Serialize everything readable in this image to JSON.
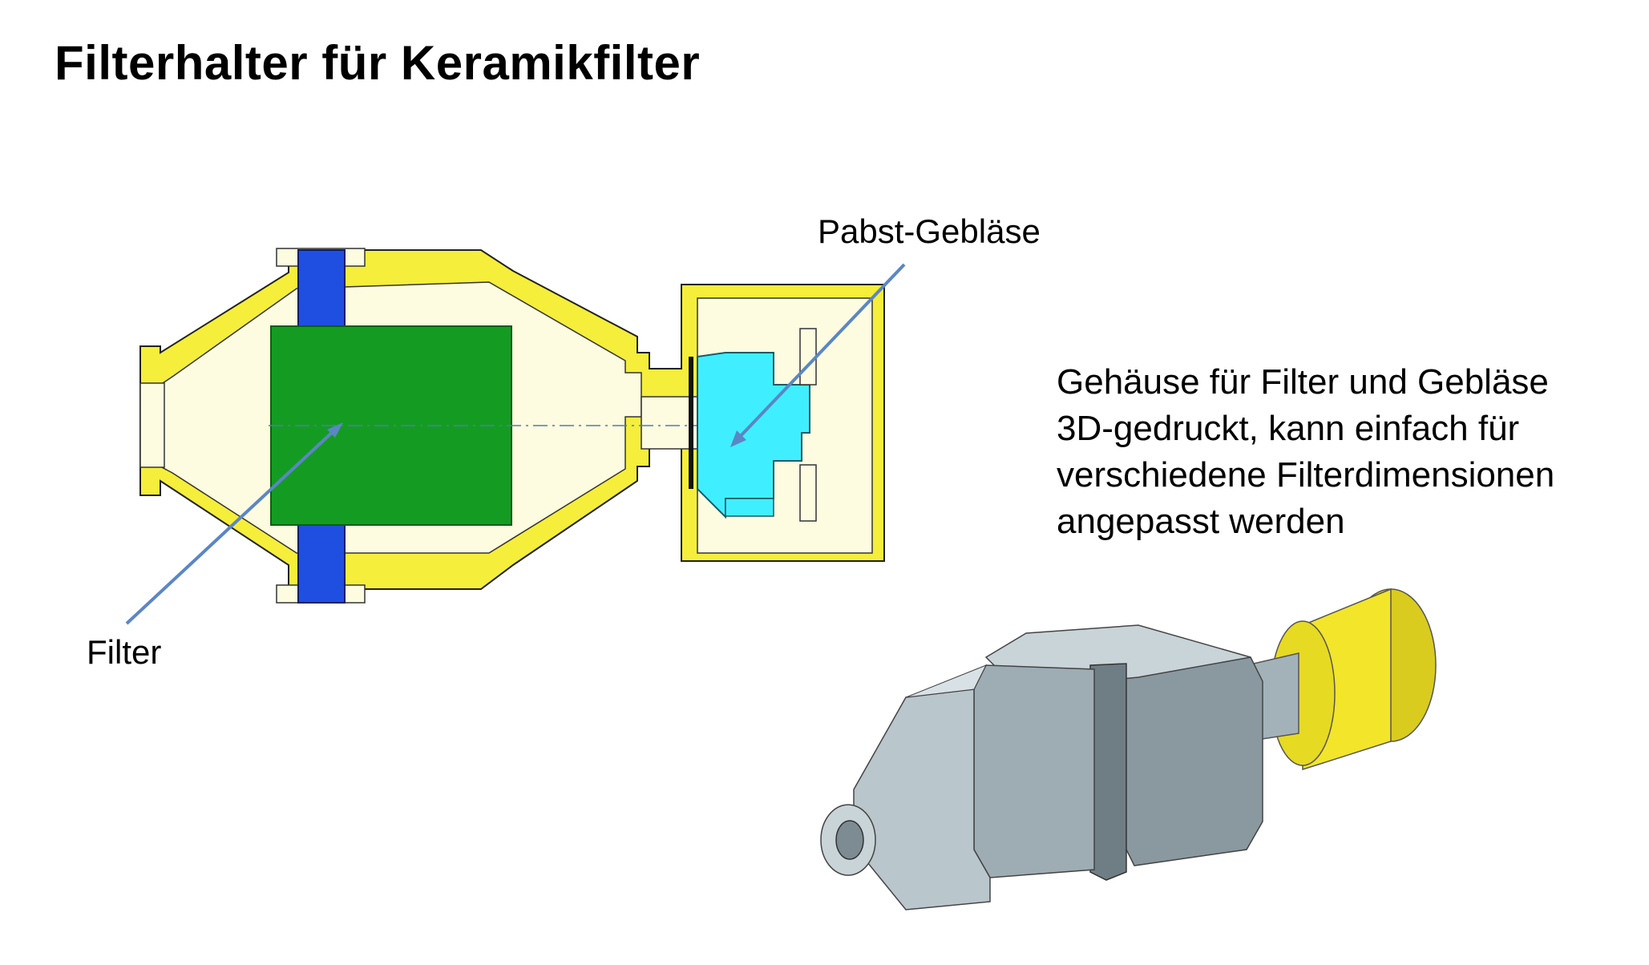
{
  "slide": {
    "title": "Filterhalter für Keramikfilter"
  },
  "labels": {
    "filter": "Filter",
    "blower": "Pabst-Gebläse"
  },
  "description": {
    "lines": [
      "Gehäuse für Filter und Gebläse",
      "3D-gedruckt, kann einfach für",
      "verschiedene Filterdimensionen",
      "angepasst werden"
    ]
  },
  "colors": {
    "housing_section": "#f5ee3a",
    "filter": "#149c22",
    "gasket": "#1f4fe0",
    "blower": "#3fefff",
    "arrow": "#5b86c6",
    "render_body": "#b9c6cc",
    "render_fan": "#f2e52a"
  }
}
